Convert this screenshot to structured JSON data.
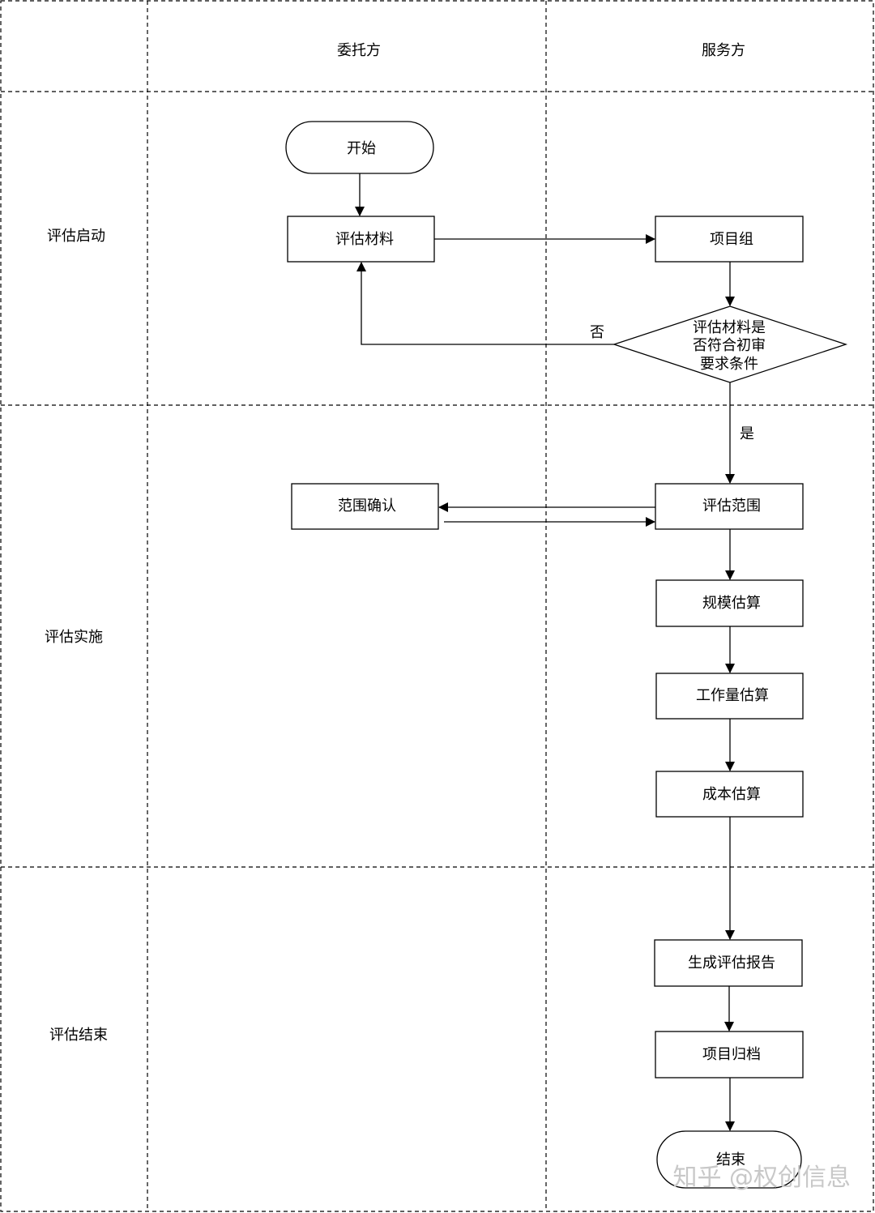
{
  "columns": {
    "client": "委托方",
    "provider": "服务方"
  },
  "phases": {
    "start": "评估启动",
    "implement": "评估实施",
    "end": "评估结束"
  },
  "nodes": {
    "start": "开始",
    "materials": "评估材料",
    "project_team": "项目组",
    "decision_line1": "评估材料是",
    "decision_line2": "否符合初审",
    "decision_line3": "要求条件",
    "scope_confirm": "范围确认",
    "eval_scope": "评估范围",
    "size_estimate": "规模估算",
    "effort_estimate": "工作量估算",
    "cost_estimate": "成本估算",
    "report": "生成评估报告",
    "archive": "项目归档",
    "end": "结束"
  },
  "edges": {
    "no": "否",
    "yes": "是"
  },
  "watermark": "知乎 @权创信息"
}
